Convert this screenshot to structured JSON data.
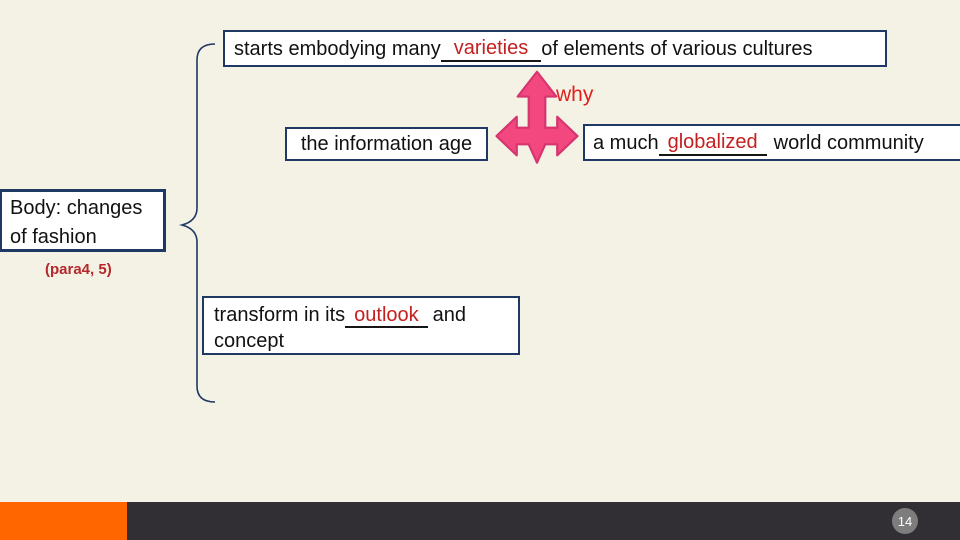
{
  "colors": {
    "background": "#f4f2e4",
    "box_border": "#1f3864",
    "red_text": "#c3201f",
    "why_red": "#e01f1f",
    "para_red": "#b5282c",
    "arrow_fill": "#f2487f",
    "arrow_stroke": "#d63570",
    "orange_block": "#ff6600",
    "footer_bar": "#312f34",
    "page_circle": "#7d7d7d"
  },
  "diagram": {
    "top_box": {
      "pre": "starts embodying many",
      "blank": "varieties",
      "post": "of elements of various cultures"
    },
    "why_label": "why",
    "info_age_box": {
      "text": "the information age"
    },
    "community_box": {
      "pre": "a much",
      "blank": "globalized",
      "post": "world community"
    },
    "body_box": {
      "line1": "Body: changes",
      "line2": "of fashion"
    },
    "para_note": "(para4, 5)",
    "transform_box": {
      "pre": "transform in its",
      "blank": "outlook",
      "mid": "and",
      "post": "concept"
    }
  },
  "footer": {
    "page_number": "14"
  }
}
